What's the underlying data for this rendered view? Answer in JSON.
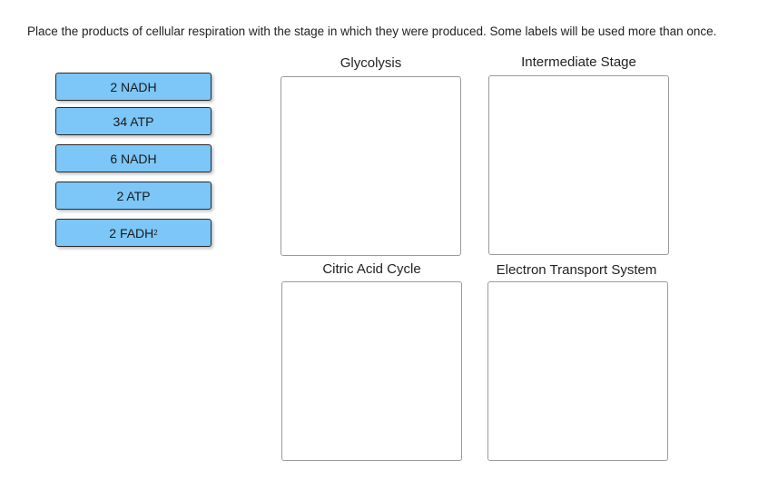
{
  "instructions": "Place the products of cellular respiration with the stage in which they were produced.  Some labels will be used more than once.",
  "labels": [
    {
      "text": "2 NADH",
      "sub": ""
    },
    {
      "text": "34 ATP",
      "sub": ""
    },
    {
      "text": "6 NADH",
      "sub": ""
    },
    {
      "text": "2 ATP",
      "sub": ""
    },
    {
      "text": "2 FADH",
      "sub": "2"
    }
  ],
  "zones": {
    "glycolysis": "Glycolysis",
    "intermediate": "Intermediate Stage",
    "citric": "Citric Acid Cycle",
    "ets": "Electron Transport System"
  },
  "colors": {
    "label_fill": "#7cc6f8",
    "label_border": "#2a2a2a",
    "zone_border": "#9a9a9a"
  }
}
